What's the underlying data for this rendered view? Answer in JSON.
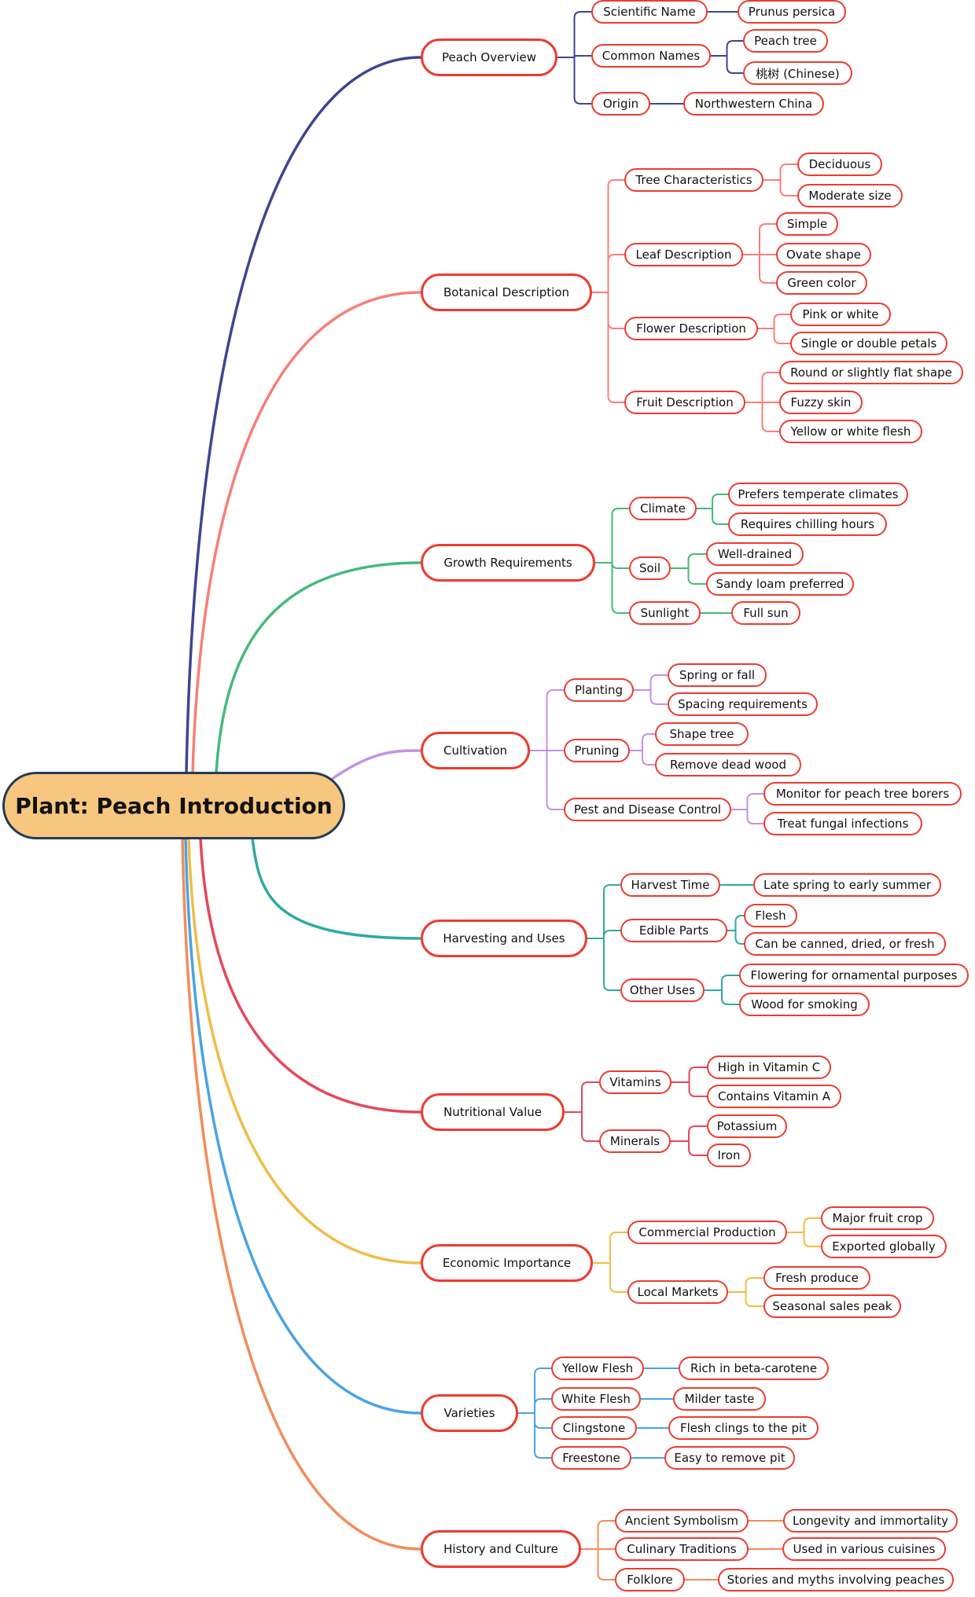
{
  "root": {
    "label": "Plant: Peach Introduction"
  },
  "branches": [
    {
      "label": "Peach Overview",
      "color": "#3f4590",
      "children": [
        {
          "label": "Scientific Name",
          "children": [
            {
              "label": "Prunus persica"
            }
          ]
        },
        {
          "label": "Common Names",
          "children": [
            {
              "label": "Peach tree"
            },
            {
              "label": "桃树 (Chinese)"
            }
          ]
        },
        {
          "label": "Origin",
          "children": [
            {
              "label": "Northwestern China"
            }
          ]
        }
      ]
    },
    {
      "label": "Botanical Description",
      "color": "#f77f78",
      "children": [
        {
          "label": "Tree Characteristics",
          "children": [
            {
              "label": "Deciduous"
            },
            {
              "label": "Moderate size"
            }
          ]
        },
        {
          "label": "Leaf Description",
          "children": [
            {
              "label": "Simple"
            },
            {
              "label": "Ovate shape"
            },
            {
              "label": "Green color"
            }
          ]
        },
        {
          "label": "Flower Description",
          "children": [
            {
              "label": "Pink or white"
            },
            {
              "label": "Single or double petals"
            }
          ]
        },
        {
          "label": "Fruit Description",
          "children": [
            {
              "label": "Round or slightly flat shape"
            },
            {
              "label": "Fuzzy skin"
            },
            {
              "label": "Yellow or white flesh"
            }
          ]
        }
      ]
    },
    {
      "label": "Growth Requirements",
      "color": "#45b97c",
      "children": [
        {
          "label": "Climate",
          "children": [
            {
              "label": "Prefers temperate climates"
            },
            {
              "label": "Requires chilling hours"
            }
          ]
        },
        {
          "label": "Soil",
          "children": [
            {
              "label": "Well-drained"
            },
            {
              "label": "Sandy loam preferred"
            }
          ]
        },
        {
          "label": "Sunlight",
          "children": [
            {
              "label": "Full sun"
            }
          ]
        }
      ]
    },
    {
      "label": "Cultivation",
      "color": "#c391e3",
      "children": [
        {
          "label": "Planting",
          "children": [
            {
              "label": "Spring or fall"
            },
            {
              "label": "Spacing requirements"
            }
          ]
        },
        {
          "label": "Pruning",
          "children": [
            {
              "label": "Shape tree"
            },
            {
              "label": "Remove dead wood"
            }
          ]
        },
        {
          "label": "Pest and Disease Control",
          "children": [
            {
              "label": "Monitor for peach tree borers"
            },
            {
              "label": "Treat fungal infections"
            }
          ]
        }
      ]
    },
    {
      "label": "Harvesting and Uses",
      "color": "#2faaa0",
      "children": [
        {
          "label": "Harvest Time",
          "children": [
            {
              "label": "Late spring to early summer"
            }
          ]
        },
        {
          "label": "Edible Parts",
          "children": [
            {
              "label": "Flesh"
            },
            {
              "label": "Can be canned, dried, or fresh"
            }
          ]
        },
        {
          "label": "Other Uses",
          "children": [
            {
              "label": "Flowering for ornamental purposes"
            },
            {
              "label": "Wood for smoking"
            }
          ]
        }
      ]
    },
    {
      "label": "Nutritional Value",
      "color": "#e5475c",
      "children": [
        {
          "label": "Vitamins",
          "children": [
            {
              "label": "High in Vitamin C"
            },
            {
              "label": "Contains Vitamin A"
            }
          ]
        },
        {
          "label": "Minerals",
          "children": [
            {
              "label": "Potassium"
            },
            {
              "label": "Iron"
            }
          ]
        }
      ]
    },
    {
      "label": "Economic Importance",
      "color": "#efbd46",
      "children": [
        {
          "label": "Commercial Production",
          "children": [
            {
              "label": "Major fruit crop"
            },
            {
              "label": "Exported globally"
            }
          ]
        },
        {
          "label": "Local Markets",
          "children": [
            {
              "label": "Fresh produce"
            },
            {
              "label": "Seasonal sales peak"
            }
          ]
        }
      ]
    },
    {
      "label": "Varieties",
      "color": "#4aa3e4",
      "children": [
        {
          "label": "Yellow Flesh",
          "children": [
            {
              "label": "Rich in beta-carotene"
            }
          ]
        },
        {
          "label": "White Flesh",
          "children": [
            {
              "label": "Milder taste"
            }
          ]
        },
        {
          "label": "Clingstone",
          "children": [
            {
              "label": "Flesh clings to the pit"
            }
          ]
        },
        {
          "label": "Freestone",
          "children": [
            {
              "label": "Easy to remove pit"
            }
          ]
        }
      ]
    },
    {
      "label": "History and Culture",
      "color": "#f38c5b",
      "children": [
        {
          "label": "Ancient Symbolism",
          "children": [
            {
              "label": "Longevity and immortality"
            }
          ]
        },
        {
          "label": "Culinary Traditions",
          "children": [
            {
              "label": "Used in various cuisines"
            }
          ]
        },
        {
          "label": "Folklore",
          "children": [
            {
              "label": "Stories and myths involving peaches"
            }
          ]
        }
      ]
    }
  ]
}
